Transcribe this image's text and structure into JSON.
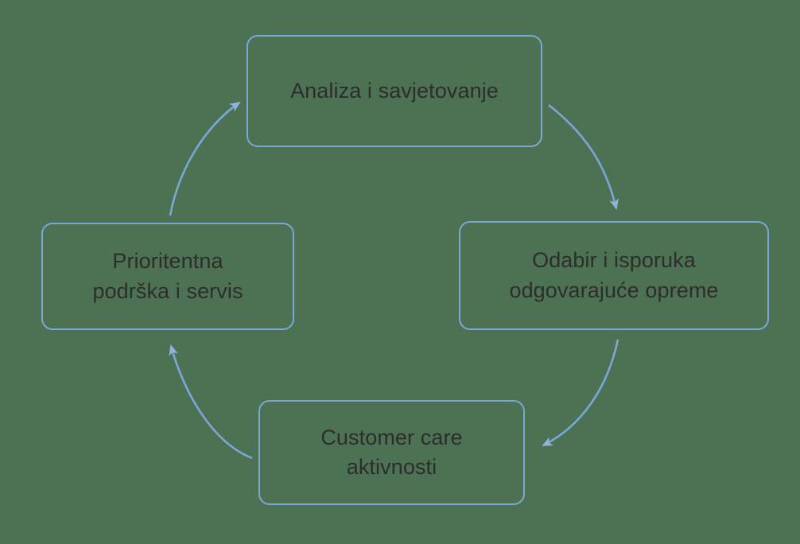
{
  "diagram": {
    "type": "cycle",
    "title": "",
    "colors": {
      "background": "#4c7253",
      "node_border": "#7ba7d7",
      "arrow": "#7ba7d7",
      "text": "#2d2d2d"
    },
    "nodes": [
      {
        "id": "analysis",
        "label": "Analiza i savjetovanje",
        "position": "top"
      },
      {
        "id": "equipment",
        "label": "Odabir i isporuka\nodgovarajuće opreme",
        "position": "right"
      },
      {
        "id": "customer",
        "label": "Customer care\naktivnosti",
        "position": "bottom"
      },
      {
        "id": "support",
        "label": "Prioritentna\npodrška i servis",
        "position": "left"
      }
    ],
    "arrows": [
      {
        "id": "analysis-to-equipment",
        "from": "analysis",
        "to": "equipment",
        "label": ""
      },
      {
        "id": "equipment-to-customer",
        "from": "equipment",
        "to": "customer",
        "label": ""
      },
      {
        "id": "customer-to-support",
        "from": "customer",
        "to": "support",
        "label": ""
      },
      {
        "id": "support-to-analysis",
        "from": "support",
        "to": "analysis",
        "label": ""
      }
    ]
  }
}
